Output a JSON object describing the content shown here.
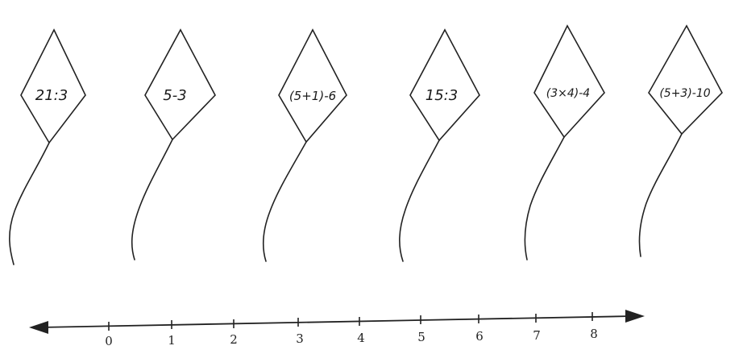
{
  "kites": [
    {
      "expression": "21:3"
    },
    {
      "expression": "5-3"
    },
    {
      "expression": "(5+1)-6"
    },
    {
      "expression": "15:3"
    },
    {
      "expression": "(3×4)-4"
    },
    {
      "expression": "(5+3)-10"
    }
  ],
  "number_line": {
    "ticks": [
      "0",
      "1",
      "2",
      "3",
      "4",
      "5",
      "6",
      "7",
      "8"
    ],
    "arrows": "both"
  }
}
